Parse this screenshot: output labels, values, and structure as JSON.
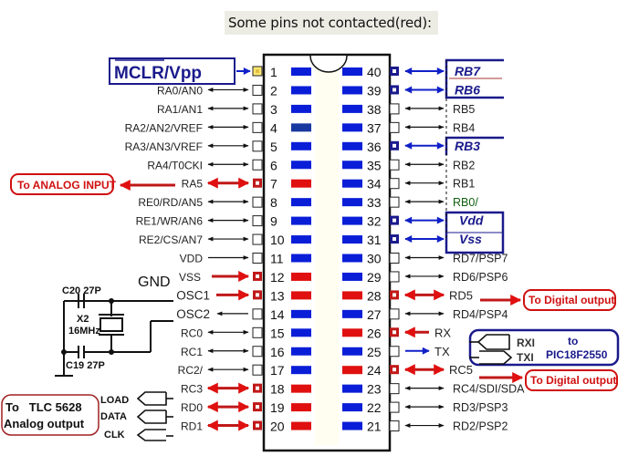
{
  "title": "Some pins not contacted(red):",
  "colors": {
    "blue": "#0a1ed8",
    "navy": "#1a1a8c",
    "red": "#e01010",
    "darkred": "#c01818",
    "chip_fill": "#fffef6",
    "black": "#111111"
  },
  "chip": {
    "left_pins": [
      {
        "num": "1",
        "label": "MCLR/Vpp",
        "pad": "blue",
        "square": "yellow",
        "arrow": "right-blue",
        "boxed": true
      },
      {
        "num": "2",
        "label": "RA0/AN0",
        "pad": "blue",
        "square": "empty",
        "arrow": "both-black"
      },
      {
        "num": "3",
        "label": "RA1/AN1",
        "pad": "blue",
        "square": "empty",
        "arrow": "both-black"
      },
      {
        "num": "4",
        "label": "RA2/AN2/VREF",
        "pad": "darkblue",
        "square": "empty",
        "arrow": "both-black"
      },
      {
        "num": "5",
        "label": "RA3/AN3/VREF",
        "pad": "blue",
        "square": "empty",
        "arrow": "both-black"
      },
      {
        "num": "6",
        "label": "RA4/T0CKI",
        "pad": "blue",
        "square": "empty",
        "arrow": "both-black"
      },
      {
        "num": "7",
        "label": "RA5",
        "pad": "red",
        "square": "red",
        "arrow": "both-red"
      },
      {
        "num": "8",
        "label": "RE0/RD/AN5",
        "pad": "blue",
        "square": "empty",
        "arrow": "both-black"
      },
      {
        "num": "9",
        "label": "RE1/WR/AN6",
        "pad": "blue",
        "square": "empty",
        "arrow": "both-black"
      },
      {
        "num": "10",
        "label": "RE2/CS/AN7",
        "pad": "blue",
        "square": "empty",
        "arrow": "both-black"
      },
      {
        "num": "11",
        "label": "VDD",
        "pad": "blue",
        "square": "empty",
        "arrow": "right-black"
      },
      {
        "num": "12",
        "label": "VSS",
        "pad": "red",
        "square": "red",
        "arrow": "right-red"
      },
      {
        "num": "13",
        "label": "OSC1",
        "pad": "red",
        "square": "red",
        "arrow": "right-red"
      },
      {
        "num": "14",
        "label": "OSC2",
        "pad": "blue",
        "square": "empty",
        "arrow": "left-black"
      },
      {
        "num": "15",
        "label": "RC0",
        "pad": "blue",
        "square": "empty",
        "arrow": "both-black"
      },
      {
        "num": "16",
        "label": "RC1",
        "pad": "blue",
        "square": "empty",
        "arrow": "both-black"
      },
      {
        "num": "17",
        "label": "RC2/",
        "pad": "blue",
        "square": "empty",
        "arrow": "both-black"
      },
      {
        "num": "18",
        "label": "RC3",
        "pad": "red",
        "square": "red",
        "arrow": "both-red"
      },
      {
        "num": "19",
        "label": "RD0",
        "pad": "red",
        "square": "red",
        "arrow": "both-red"
      },
      {
        "num": "20",
        "label": "RD1",
        "pad": "red",
        "square": "red",
        "arrow": "both-red"
      }
    ],
    "right_pins": [
      {
        "num": "40",
        "label": "RB7",
        "pad": "blue",
        "square": "navy",
        "arrow": "both-blue",
        "italic": true
      },
      {
        "num": "39",
        "label": "RB6",
        "pad": "blue",
        "square": "navy",
        "arrow": "both-blue",
        "italic": true
      },
      {
        "num": "38",
        "label": "RB5",
        "pad": "blue",
        "square": "empty",
        "arrow": "both-black"
      },
      {
        "num": "37",
        "label": "RB4",
        "pad": "blue",
        "square": "empty",
        "arrow": "both-black"
      },
      {
        "num": "36",
        "label": "RB3",
        "pad": "blue",
        "square": "navy",
        "arrow": "both-blue",
        "italic": true
      },
      {
        "num": "35",
        "label": "RB2",
        "pad": "blue",
        "square": "empty",
        "arrow": "both-black"
      },
      {
        "num": "34",
        "label": "RB1",
        "pad": "blue",
        "square": "empty",
        "arrow": "both-black"
      },
      {
        "num": "33",
        "label": "RB0/",
        "pad": "blue",
        "square": "empty",
        "arrow": "both-black",
        "green": true
      },
      {
        "num": "32",
        "label": "Vdd",
        "pad": "blue",
        "square": "navy",
        "arrow": "both-blue",
        "italic": true
      },
      {
        "num": "31",
        "label": "Vss",
        "pad": "blue",
        "square": "navy",
        "arrow": "both-blue",
        "italic": true
      },
      {
        "num": "30",
        "label": "RD7/PSP7",
        "pad": "blue",
        "square": "empty",
        "arrow": "both-black"
      },
      {
        "num": "29",
        "label": "RD6/PSP6",
        "pad": "blue",
        "square": "empty",
        "arrow": "both-black"
      },
      {
        "num": "28",
        "label": "RD5",
        "pad": "red",
        "square": "red",
        "arrow": "both-red"
      },
      {
        "num": "27",
        "label": "RD4/PSP4",
        "pad": "blue",
        "square": "empty",
        "arrow": "both-black"
      },
      {
        "num": "26",
        "label": "RX",
        "pad": "red",
        "square": "red",
        "arrow": "left-red"
      },
      {
        "num": "25",
        "label": "TX",
        "pad": "blue",
        "square": "empty",
        "arrow": "right-blue"
      },
      {
        "num": "24",
        "label": "RC5",
        "pad": "red",
        "square": "red",
        "arrow": "both-red"
      },
      {
        "num": "23",
        "label": "RC4/SDI/SDA",
        "pad": "blue",
        "square": "empty",
        "arrow": "both-black"
      },
      {
        "num": "22",
        "label": "RD3/PSP3",
        "pad": "blue",
        "square": "empty",
        "arrow": "both-black"
      },
      {
        "num": "21",
        "label": "RD2/PSP2",
        "pad": "blue",
        "square": "empty",
        "arrow": "both-black"
      }
    ]
  },
  "annotations": {
    "gnd": "GND",
    "analog_input": "To ANALOG INPUT",
    "digital_output_1": "To Digital output",
    "digital_output_2": "To Digital output",
    "pic_to": "to",
    "pic_name": "PIC18F2550",
    "rxi": "RXI",
    "txi": "TXI",
    "tlc_line1": "To   TLC 5628",
    "tlc_line2": "Analog output",
    "load": "LOAD",
    "data": "DATA",
    "clk": "CLK",
    "c20": "C20 27P",
    "c19": "C19 27P",
    "x2": "X2",
    "x2_freq": "16MHz"
  }
}
